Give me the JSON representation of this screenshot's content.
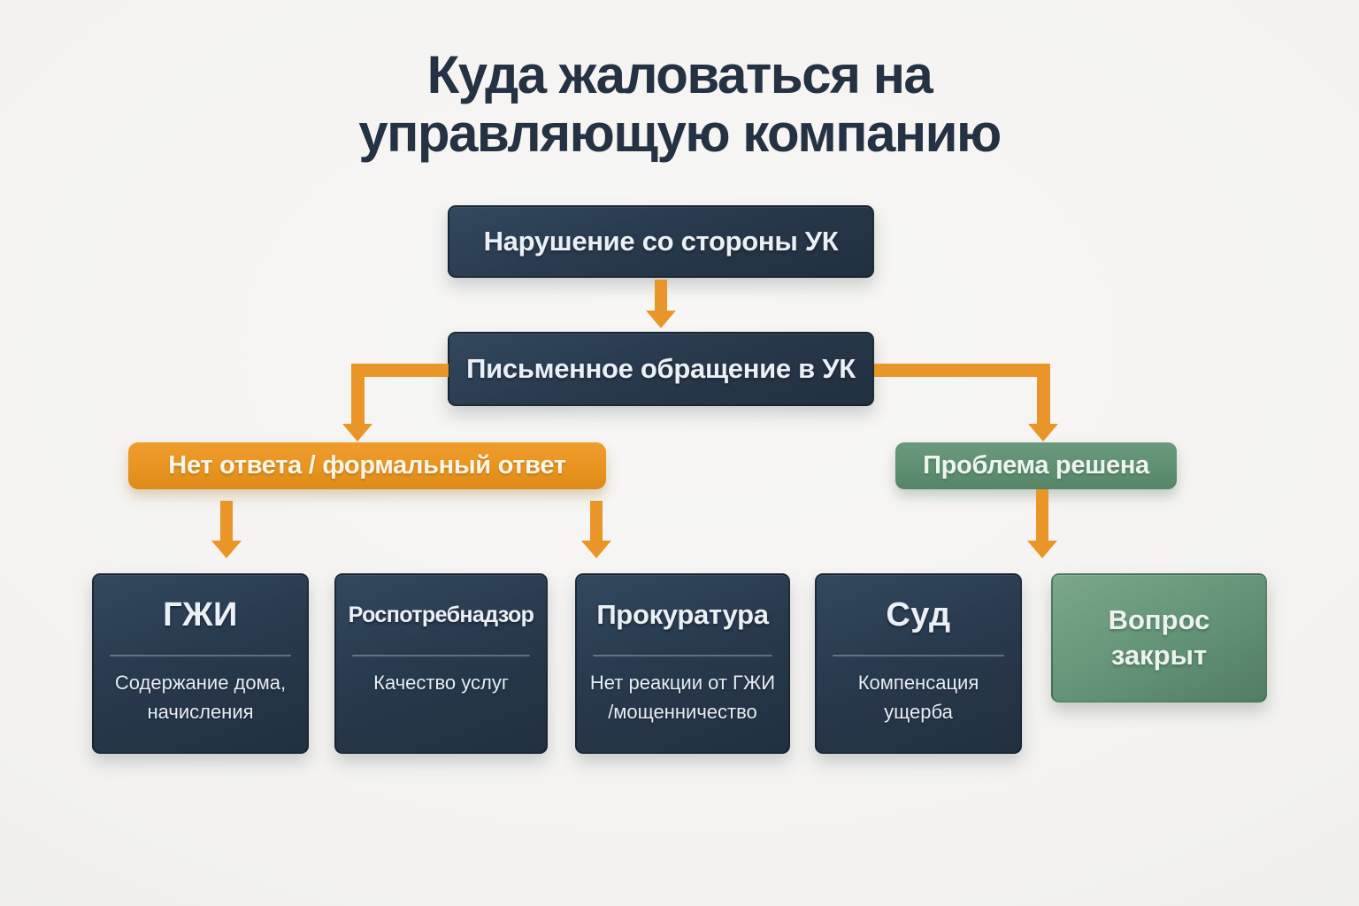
{
  "title": {
    "lines": [
      "Куда жаловаться на",
      "управляющую компанию"
    ]
  },
  "nodes": {
    "violation": {
      "label": "Нарушение со стороны УК"
    },
    "written_request": {
      "label": "Письменное обращение в УК"
    },
    "no_answer": {
      "label": "Нет ответа / формальный ответ"
    },
    "problem_solved": {
      "label": "Проблема решена"
    },
    "outcomes": [
      {
        "title": "ГЖИ",
        "lines": [
          "Содержание дома,",
          "начисления"
        ]
      },
      {
        "title": "Роспотребнадзор",
        "lines": [
          "Качество услуг"
        ]
      },
      {
        "title": "Прокуратура",
        "lines": [
          "Нет реакции от ГЖИ",
          "/мощенничество"
        ]
      },
      {
        "title": "Суд",
        "lines": [
          "Компенсация",
          "ущерба"
        ]
      }
    ],
    "question_closed": {
      "lines": [
        "Вопрос",
        "закрыт"
      ]
    }
  },
  "icons": {
    "arrow-down": "css-triangle-down"
  },
  "colors": {
    "background": "#F2F1EF",
    "node_dark": "#2A3B4D",
    "accent_orange": "#EA9528",
    "accent_green": "#5F9172",
    "title_text": "#243244",
    "node_text": "#EAF0F5"
  }
}
